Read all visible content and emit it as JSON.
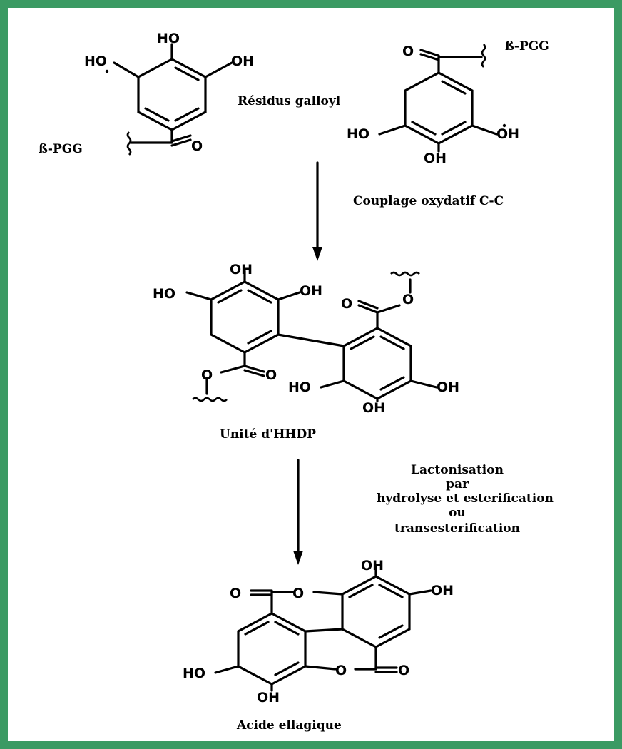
{
  "labels": {
    "pgg_left": "ß-PGG",
    "pgg_right": "ß-PGG",
    "residus": "Résidus galloyl",
    "couplage": "Couplage oxydatif C-C",
    "hhdp": "Unité d'HHDP",
    "lacto_1": "Lactonisation",
    "lacto_2": "par",
    "lacto_3": "hydrolyse et esterification",
    "lacto_4": "ou",
    "lacto_5": "transesterification",
    "ellagique": "Acide ellagique"
  },
  "atoms": {
    "ho": "HO",
    "oh": "OH",
    "o": "O"
  },
  "colors": {
    "frame": "#3b9a63",
    "ink": "#000000"
  }
}
